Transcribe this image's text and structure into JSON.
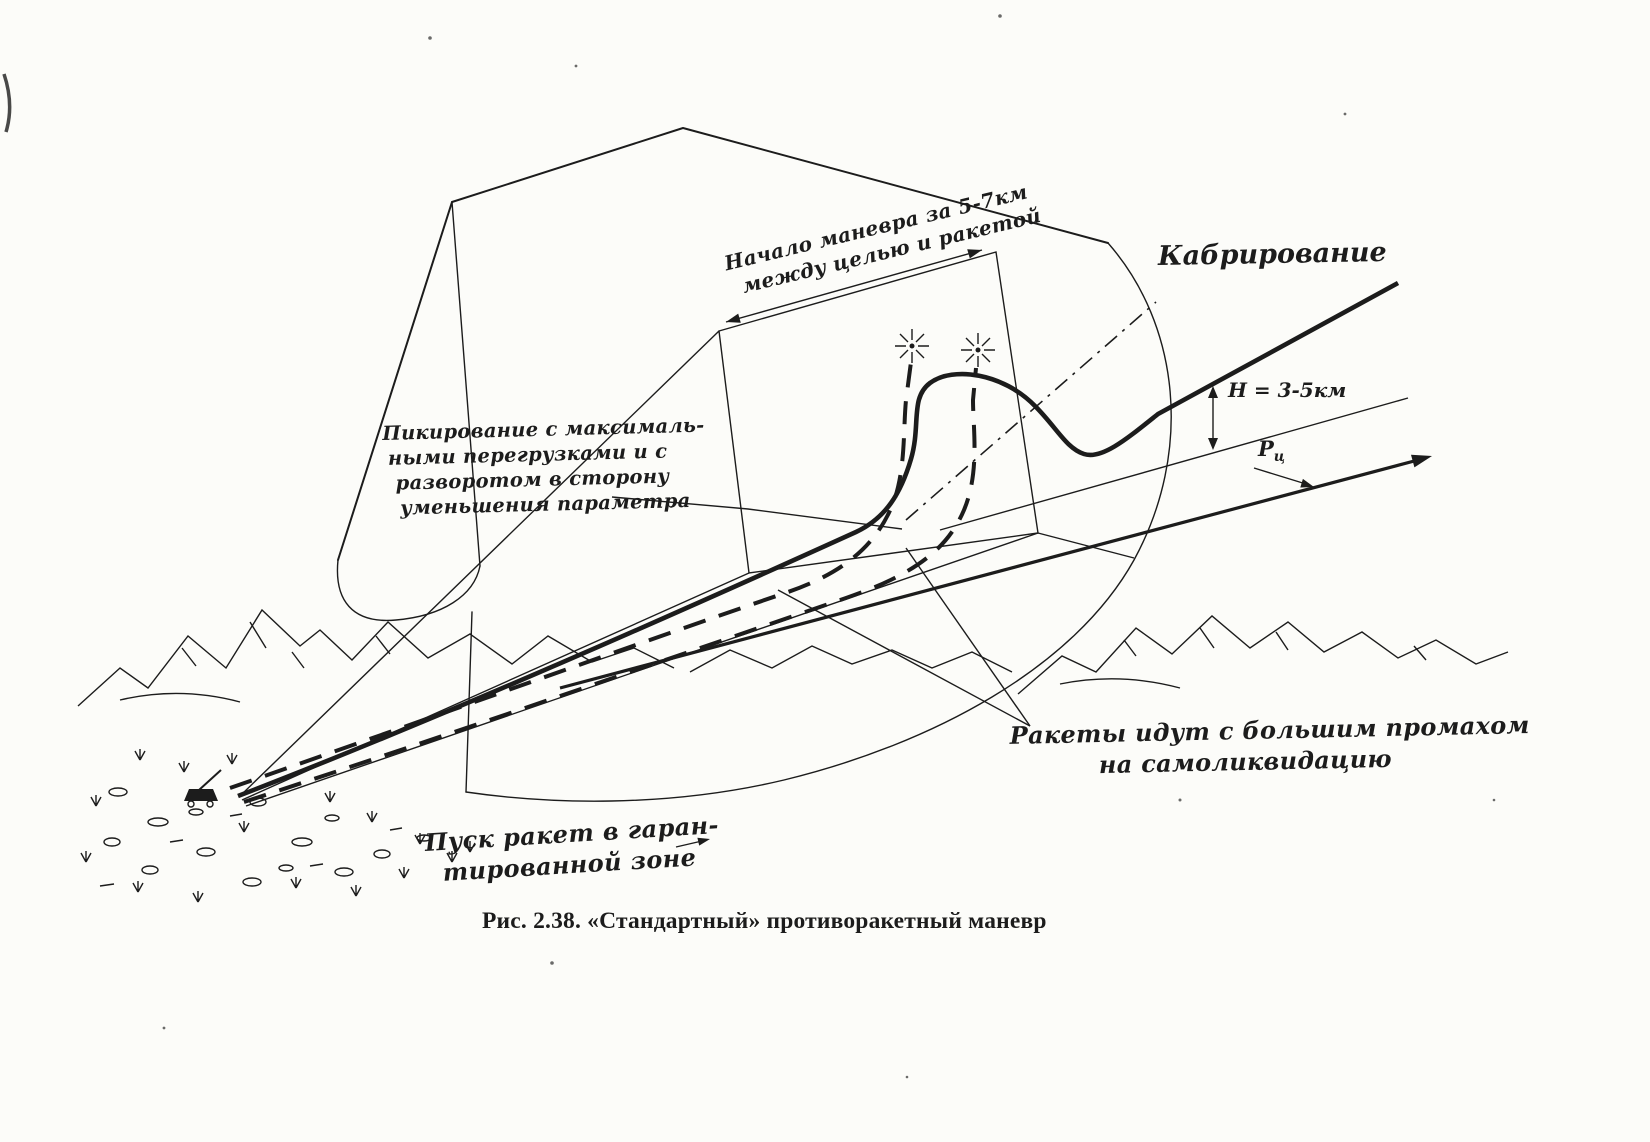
{
  "figure": {
    "caption": {
      "number": "Рис. 2.38.",
      "title": "«Стандартный» противоракетный маневр"
    },
    "labels": {
      "maneuver_start": {
        "line1": "Начало маневра за 5-7км",
        "line2": "между целью и ракетой"
      },
      "pullup": "Кабрирование",
      "altitude": "Н = 3-5км",
      "lateral_parameter": {
        "symbol": "Р",
        "subscript": "ц"
      },
      "dive": {
        "line1": "Пикирование с максималь-",
        "line2": "ными  перегрузками и с",
        "line3": "разворотом в сторону",
        "line4": "уменьшения параметра"
      },
      "missiles_miss": {
        "line1": "Ракеты идут с большим промахом",
        "line2": "на самоликвидацию"
      },
      "launch_zone": {
        "line1": "Пуск ракет в гаран-",
        "line2": "тированной зоне"
      }
    },
    "ink_color": "#1c1c1c",
    "paper_color": "#fcfcf9"
  }
}
